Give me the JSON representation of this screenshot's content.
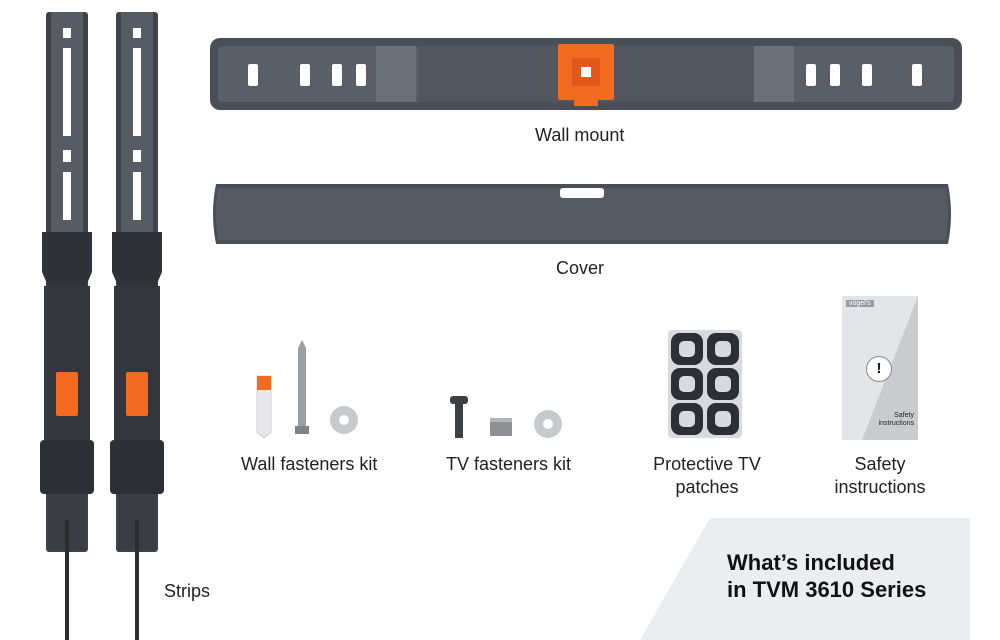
{
  "items": {
    "wall_mount": "Wall mount",
    "cover": "Cover",
    "wall_fasteners": "Wall fasteners kit",
    "tv_fasteners": "TV fasteners kit",
    "patches_line1": "Protective TV",
    "patches_line2": "patches",
    "safety_line1": "Safety",
    "safety_line2": "instructions",
    "strips": "Strips"
  },
  "leaflet": {
    "brand": "vogel's",
    "text_line1": "Safety",
    "text_line2": "instructions",
    "symbol": "!"
  },
  "banner": {
    "line1": "What’s included",
    "line2": "in TVM 3610 Series"
  },
  "colors": {
    "metal": "#4a4e56",
    "metal_dark": "#34373d",
    "accent": "#f26b21",
    "banner_bg": "#ecedf0"
  }
}
